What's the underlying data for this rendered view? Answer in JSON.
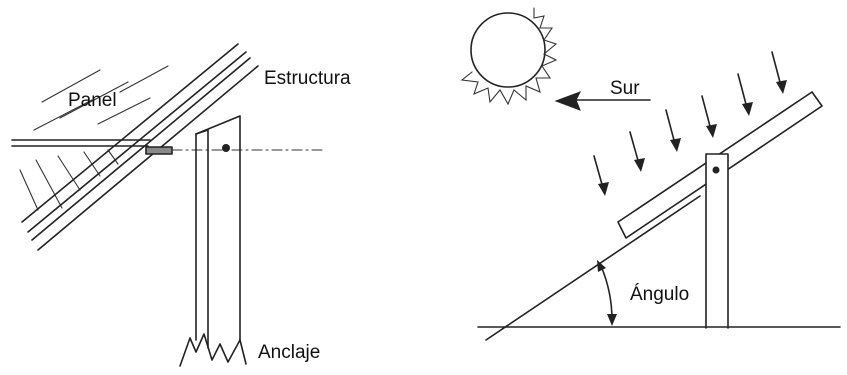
{
  "left_figure": {
    "labels": {
      "panel": "Panel",
      "structure": "Estructura",
      "anchor": "Anclaje"
    }
  },
  "right_figure": {
    "labels": {
      "south": "Sur",
      "angle": "Ángulo"
    },
    "icons": [
      "sun-icon",
      "arrow-left-icon",
      "sun-ray-arrow-icon"
    ]
  }
}
